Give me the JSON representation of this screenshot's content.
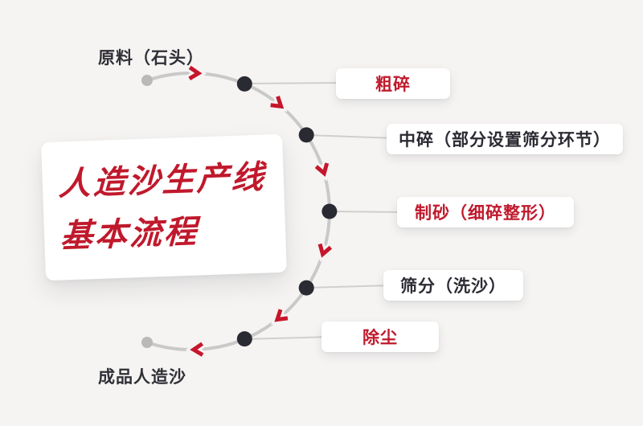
{
  "title_card": {
    "line1": "人造沙生产线",
    "line2": "基本流程"
  },
  "flow": {
    "start_label": "原料（石头）",
    "end_label": "成品人造沙",
    "steps": [
      {
        "label": "粗碎",
        "emphasis": "red"
      },
      {
        "label": "中碎（部分设置筛分环节）",
        "emphasis": "dark"
      },
      {
        "label": "制砂（细碎整形）",
        "emphasis": "red"
      },
      {
        "label": "筛分（洗沙）",
        "emphasis": "dark"
      },
      {
        "label": "除尘",
        "emphasis": "red"
      }
    ]
  },
  "colors": {
    "accent_red": "#c0192c",
    "dark_text": "#2b2b33",
    "node_dot": "#2a2a33",
    "endpoint_dot": "#b9b9b9",
    "arc_line": "#c9c9c9",
    "card_background": "#ffffff",
    "page_background": "#f5f4f2"
  }
}
